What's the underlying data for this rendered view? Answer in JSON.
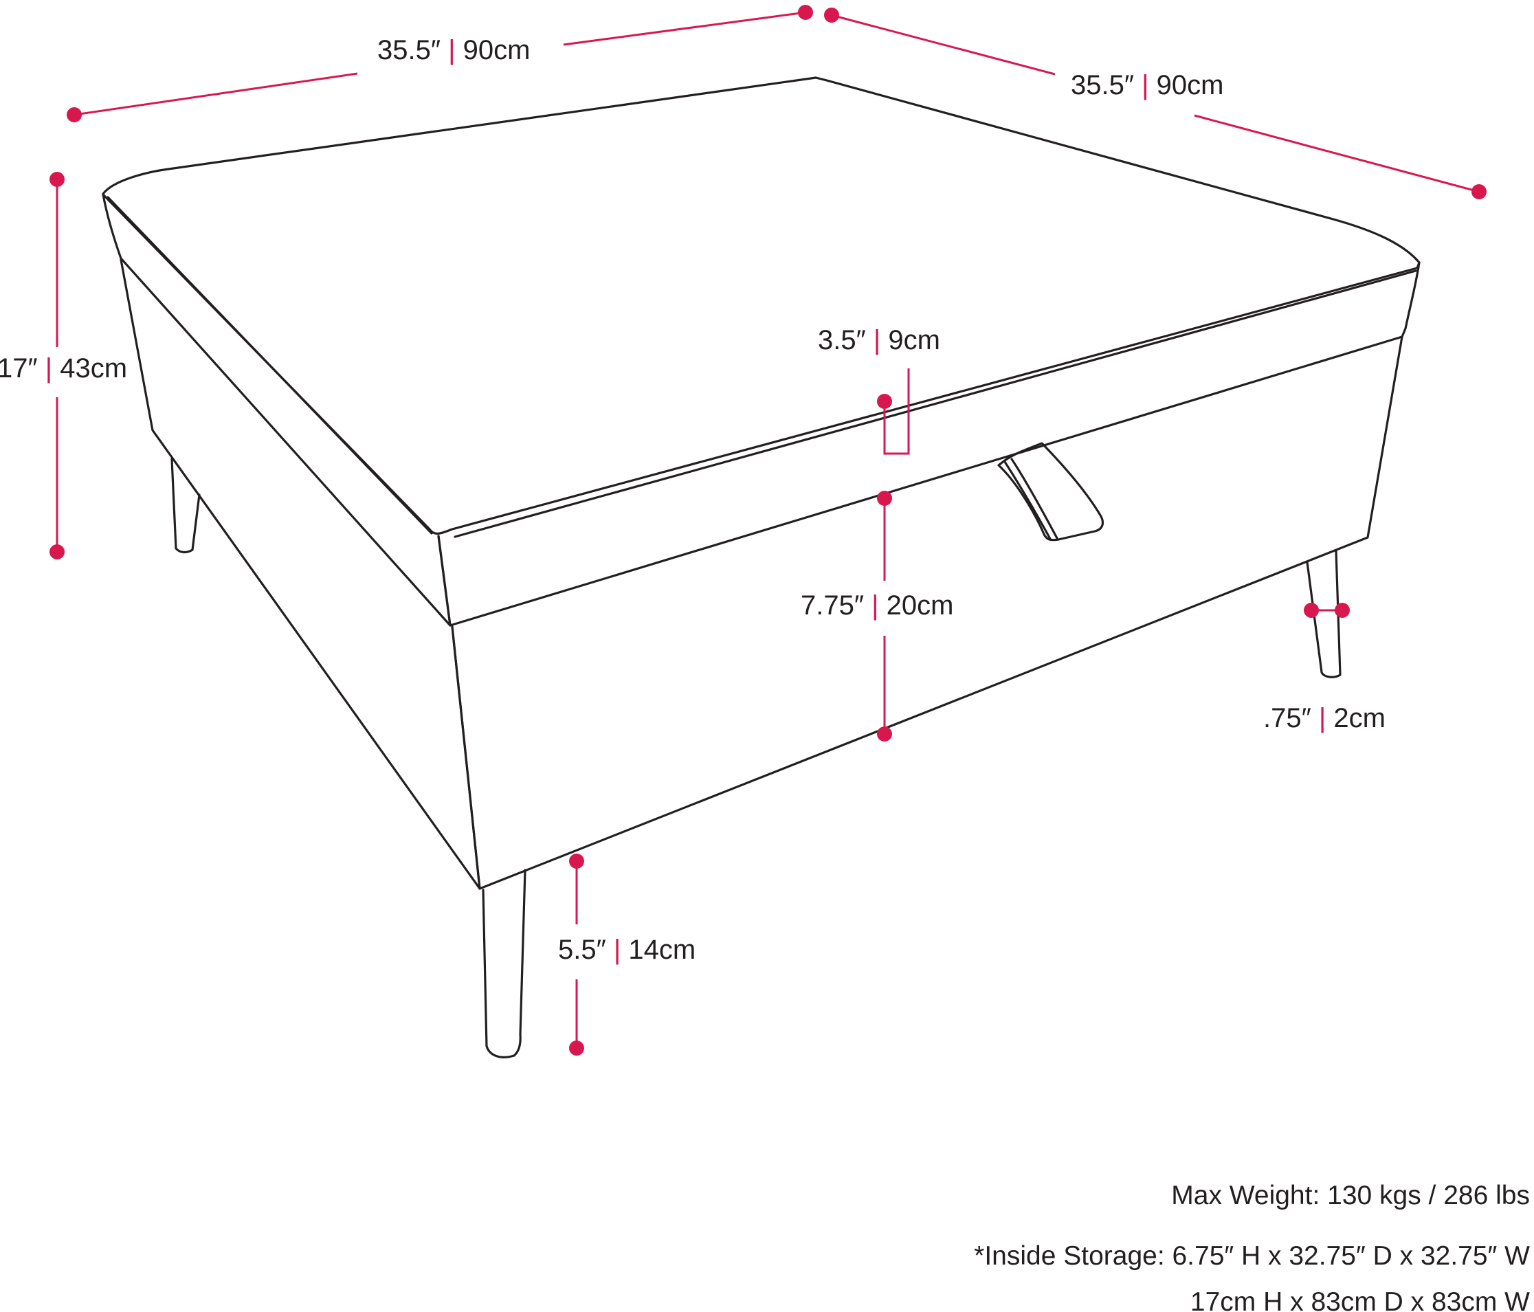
{
  "colors": {
    "accent": "#d8174f",
    "line": "#231f20",
    "background": "#ffffff"
  },
  "separator": "|",
  "dimensions": {
    "top_width": {
      "in": "35.5″",
      "cm": "90cm"
    },
    "top_depth": {
      "in": "35.5″",
      "cm": "90cm"
    },
    "total_height": {
      "in": "17″",
      "cm": "43cm"
    },
    "lid_height": {
      "in": "3.5″",
      "cm": "9cm"
    },
    "base_height": {
      "in": "7.75″",
      "cm": "20cm"
    },
    "leg_width": {
      "in": ".75″",
      "cm": "2cm"
    },
    "leg_height": {
      "in": "5.5″",
      "cm": "14cm"
    }
  },
  "notes": {
    "max_weight": "Max Weight: 130 kgs / 286 lbs",
    "storage_imperial": "*Inside Storage: 6.75″ H x 32.75″ D x 32.75″ W",
    "storage_metric": "17cm H x 83cm D x 83cm W"
  }
}
